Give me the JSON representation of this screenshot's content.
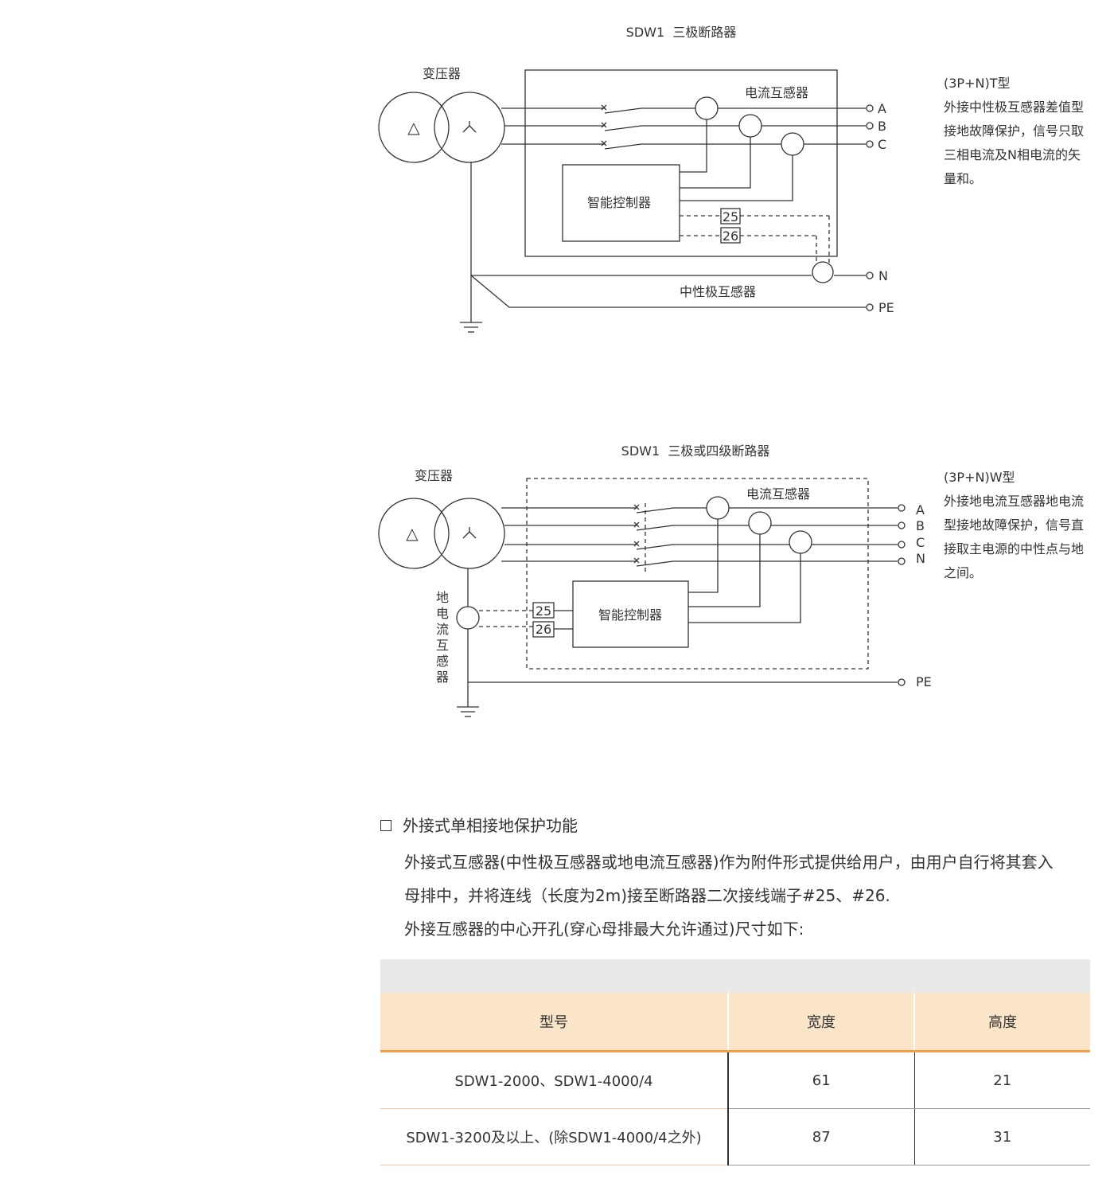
{
  "diagram1": {
    "title": "SDW1  三极断路器",
    "transformer_label": "变压器",
    "ct_label": "电流互感器",
    "controller_label": "智能控制器",
    "terminal_25": "25",
    "terminal_26": "26",
    "neutral_ct_label": "中性极互感器",
    "phase_a": "A",
    "phase_b": "B",
    "phase_c": "C",
    "neutral": "N",
    "pe": "PE",
    "delta_symbol": "△",
    "note_title": "(3P+N)T型",
    "note_lines": [
      "外接中性极互感器差值型",
      "接地故障保护，信号只取",
      "三相电流及N相电流的矢",
      "量和。"
    ]
  },
  "diagram2": {
    "title": "SDW1  三极或四级断路器",
    "transformer_label": "变压器",
    "ct_label": "电流互感器",
    "controller_label": "智能控制器",
    "terminal_25": "25",
    "terminal_26": "26",
    "earth_ct_chars": [
      "地",
      "电",
      "流",
      "互",
      "感",
      "器"
    ],
    "phase_a": "A",
    "phase_b": "B",
    "phase_c": "C",
    "neutral": "N",
    "pe": "PE",
    "delta_symbol": "△",
    "note_title": "(3P+N)W型",
    "note_lines": [
      "外接地电流互感器地电流",
      "型接地故障保护，信号直",
      "接取主电源的中性点与地",
      "之间。"
    ]
  },
  "section": {
    "heading": "外接式单相接地保护功能",
    "para1": "外接式互感器(中性极互感器或地电流互感器)作为附件形式提供给用户，由用户自行将其套入",
    "para2": "母排中，并将连线（长度为2m)接至断路器二次接线端子#25、#26.",
    "para3": "外接互感器的中心开孔(穿心母排最大允许通过)尺寸如下:"
  },
  "table": {
    "headers": [
      "型号",
      "宽度",
      "高度"
    ],
    "rows": [
      [
        "SDW1-2000、SDW1-4000/4",
        "61",
        "21"
      ],
      [
        "SDW1-3200及以上、(除SDW1-4000/4之外)",
        "87",
        "31"
      ]
    ]
  },
  "colors": {
    "line": "#333333",
    "header_bg": "#fbe5c8",
    "header_accent": "#f0a04b",
    "gray_bar": "#e9e9e9"
  }
}
